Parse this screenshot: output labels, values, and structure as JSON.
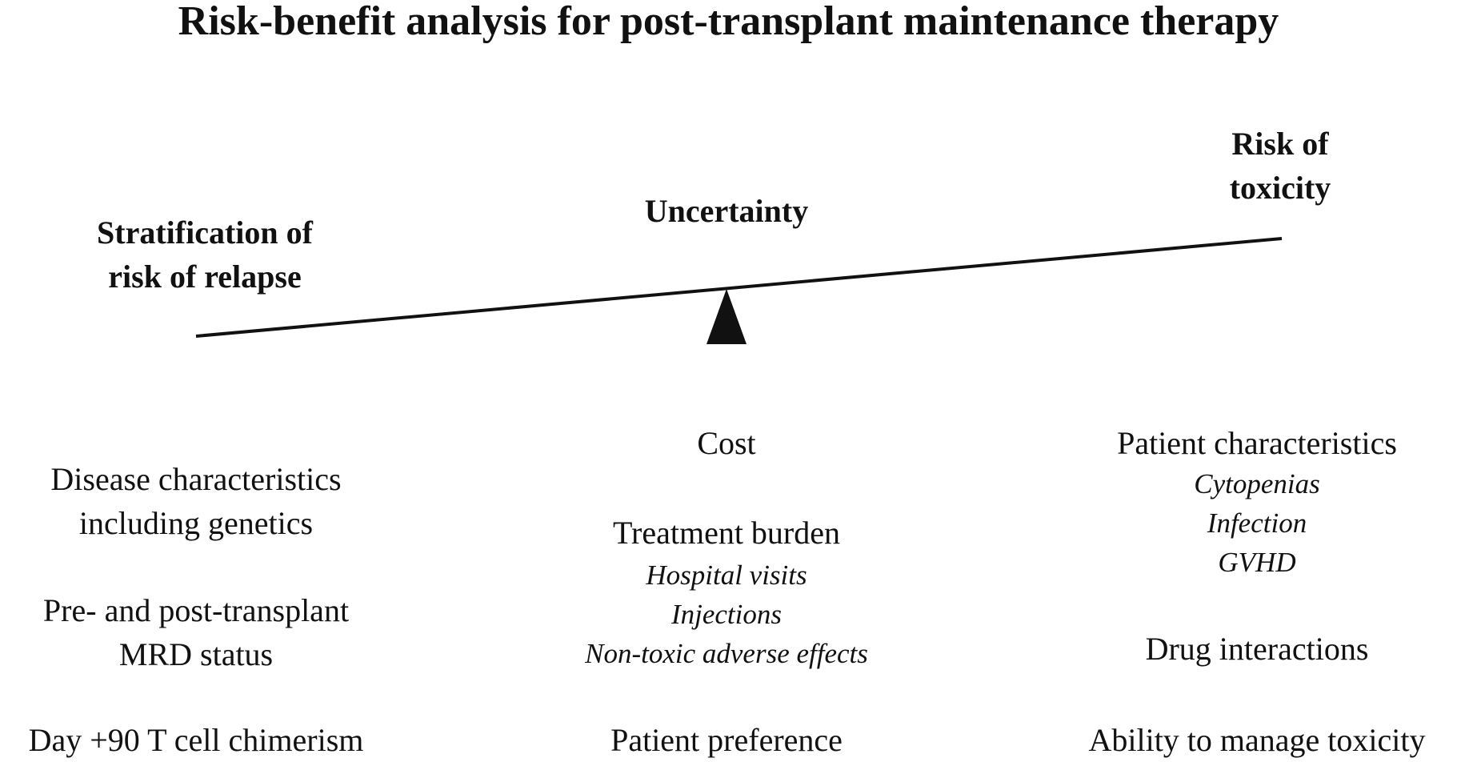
{
  "title": "Risk-benefit analysis for post-transplant maintenance therapy",
  "left_label": [
    "Stratification of",
    "risk of relapse"
  ],
  "center_label": "Uncertainty",
  "right_label": [
    "Risk of",
    "toxicity"
  ],
  "left_column": {
    "disease": [
      "Disease characteristics",
      "including genetics"
    ],
    "mrd": [
      "Pre- and post-transplant",
      "MRD status"
    ],
    "chimerism": "Day +90 T cell chimerism"
  },
  "center_column": {
    "cost": "Cost",
    "burden": {
      "title": "Treatment burden",
      "subitems": [
        "Hospital visits",
        "Injections",
        "Non-toxic adverse effects"
      ]
    },
    "preference": "Patient preference"
  },
  "right_column": {
    "patient": {
      "title": "Patient characteristics",
      "subitems": [
        "Cytopenias",
        "Infection",
        "GVHD"
      ]
    },
    "interactions": "Drug interactions",
    "manage": "Ability to manage toxicity"
  }
}
